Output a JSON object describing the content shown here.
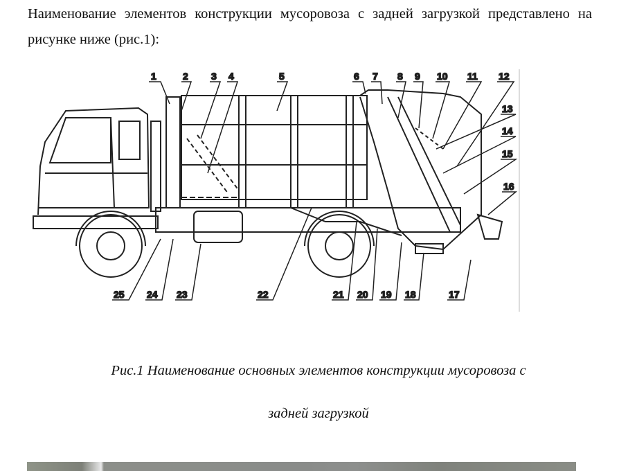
{
  "intro_text": "Наименование элементов конструкции мусоровоза с задней загрузкой представлено на рисунке ниже (рис.1):",
  "figure": {
    "labels": [
      "1",
      "2",
      "3",
      "4",
      "5",
      "6",
      "7",
      "8",
      "9",
      "10",
      "11",
      "12",
      "13",
      "14",
      "15",
      "16",
      "17",
      "18",
      "19",
      "20",
      "21",
      "22",
      "23",
      "24",
      "25"
    ]
  },
  "caption": {
    "line1": "Рис.1 Наименование основных элементов конструкции мусоровоза с",
    "line2": "задней загрузкой"
  }
}
